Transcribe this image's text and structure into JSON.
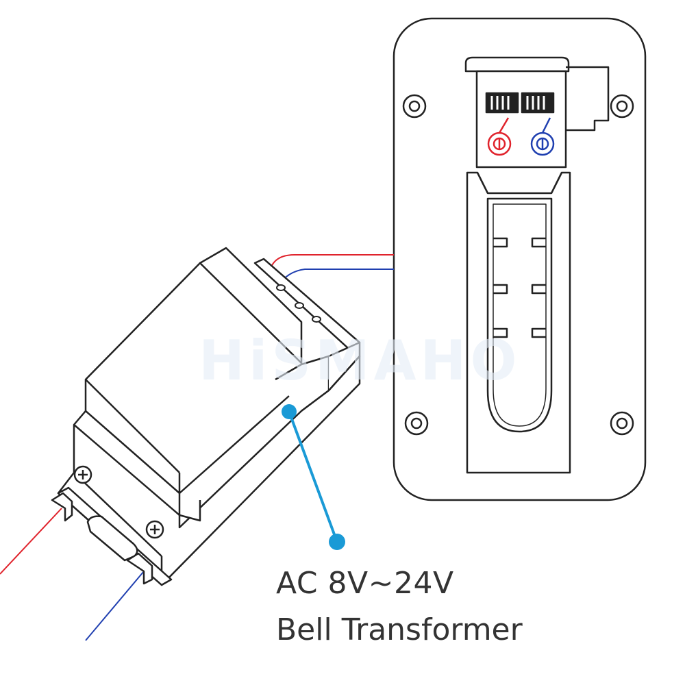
{
  "watermark": "HiSMAHO",
  "callout": {
    "voltage": "AC 8V~24V",
    "name": "Bell Transformer"
  },
  "colors": {
    "live_wire": "#e0232c",
    "neutral_wire": "#1f3fb0",
    "callout": "#1a9ad6",
    "outline": "#222222"
  }
}
